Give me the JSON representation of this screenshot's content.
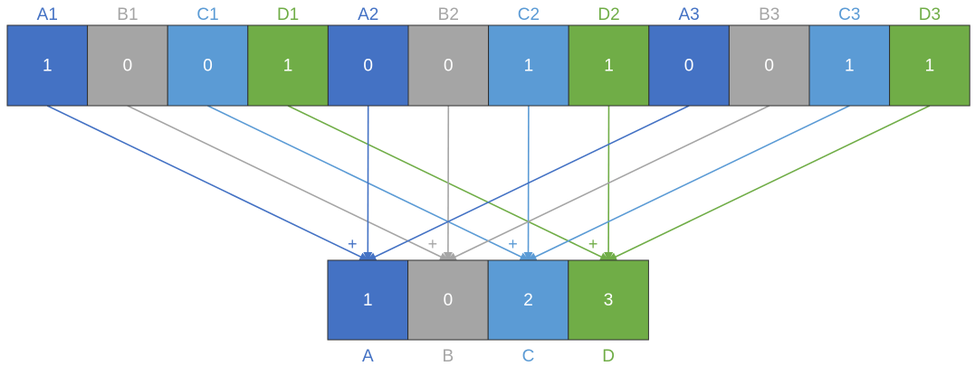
{
  "colors": {
    "A": "#4472C4",
    "B": "#A5A5A5",
    "C": "#5B9BD5",
    "D": "#70AD47"
  },
  "top_row": [
    {
      "label": "A1",
      "value": "1",
      "group": "A"
    },
    {
      "label": "B1",
      "value": "0",
      "group": "B"
    },
    {
      "label": "C1",
      "value": "0",
      "group": "C"
    },
    {
      "label": "D1",
      "value": "1",
      "group": "D"
    },
    {
      "label": "A2",
      "value": "0",
      "group": "A"
    },
    {
      "label": "B2",
      "value": "0",
      "group": "B"
    },
    {
      "label": "C2",
      "value": "1",
      "group": "C"
    },
    {
      "label": "D2",
      "value": "1",
      "group": "D"
    },
    {
      "label": "A3",
      "value": "0",
      "group": "A"
    },
    {
      "label": "B3",
      "value": "0",
      "group": "B"
    },
    {
      "label": "C3",
      "value": "1",
      "group": "C"
    },
    {
      "label": "D3",
      "value": "1",
      "group": "D"
    }
  ],
  "bottom_row": [
    {
      "label": "A",
      "value": "1",
      "group": "A"
    },
    {
      "label": "B",
      "value": "0",
      "group": "B"
    },
    {
      "label": "C",
      "value": "2",
      "group": "C"
    },
    {
      "label": "D",
      "value": "3",
      "group": "D"
    }
  ],
  "plus_sign": "+"
}
